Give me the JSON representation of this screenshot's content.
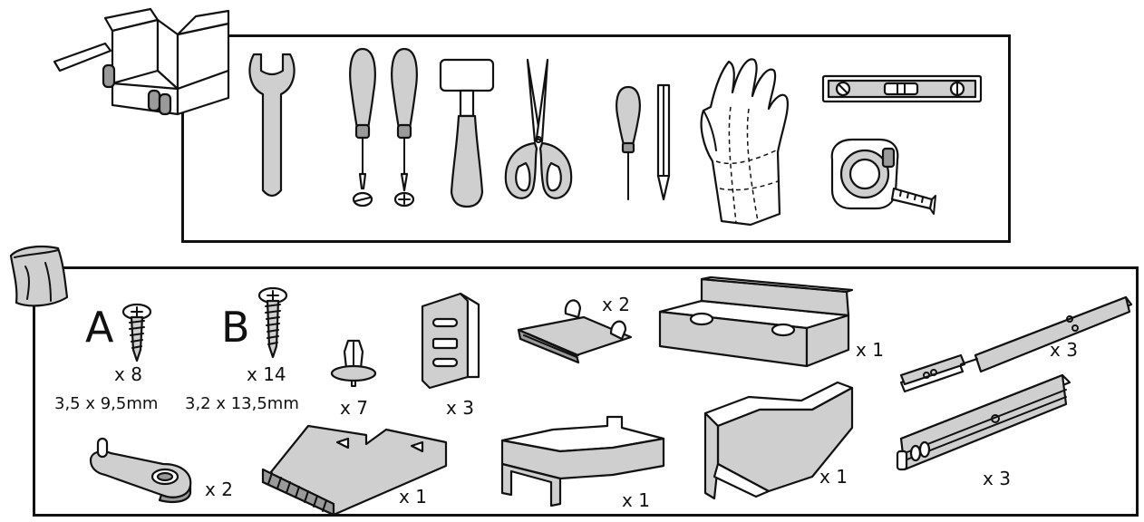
{
  "parts": {
    "screw_a": {
      "letter": "A",
      "qty": "x 8",
      "size": "3,5 x 9,5mm"
    },
    "screw_b": {
      "letter": "B",
      "qty": "x 14",
      "size": "3,2 x 13,5mm"
    },
    "push_rivet": {
      "qty": "x 7"
    },
    "bracket_plate": {
      "qty": "x 3"
    },
    "clip": {
      "qty": "x 2"
    },
    "channel_bracket": {
      "qty": "x 1"
    },
    "slide_rail_top": {
      "qty": "x 3"
    },
    "cam_lever": {
      "qty": "x 2"
    },
    "scraper": {
      "qty": "x 1"
    },
    "profile_left": {
      "qty": "x 1"
    },
    "profile_right": {
      "qty": "x 1"
    },
    "slide_rail_bottom": {
      "qty": "x 3"
    }
  },
  "icons": {
    "toolbox": "toolbox-icon",
    "parts_bag": "parts-bag-icon",
    "tools": [
      "wrench-icon",
      "flat-screwdriver-icon",
      "phillips-screwdriver-icon",
      "mallet-icon",
      "scissors-icon",
      "awl-icon",
      "pencil-icon",
      "gloves-icon",
      "spirit-level-icon",
      "tape-measure-icon"
    ]
  }
}
